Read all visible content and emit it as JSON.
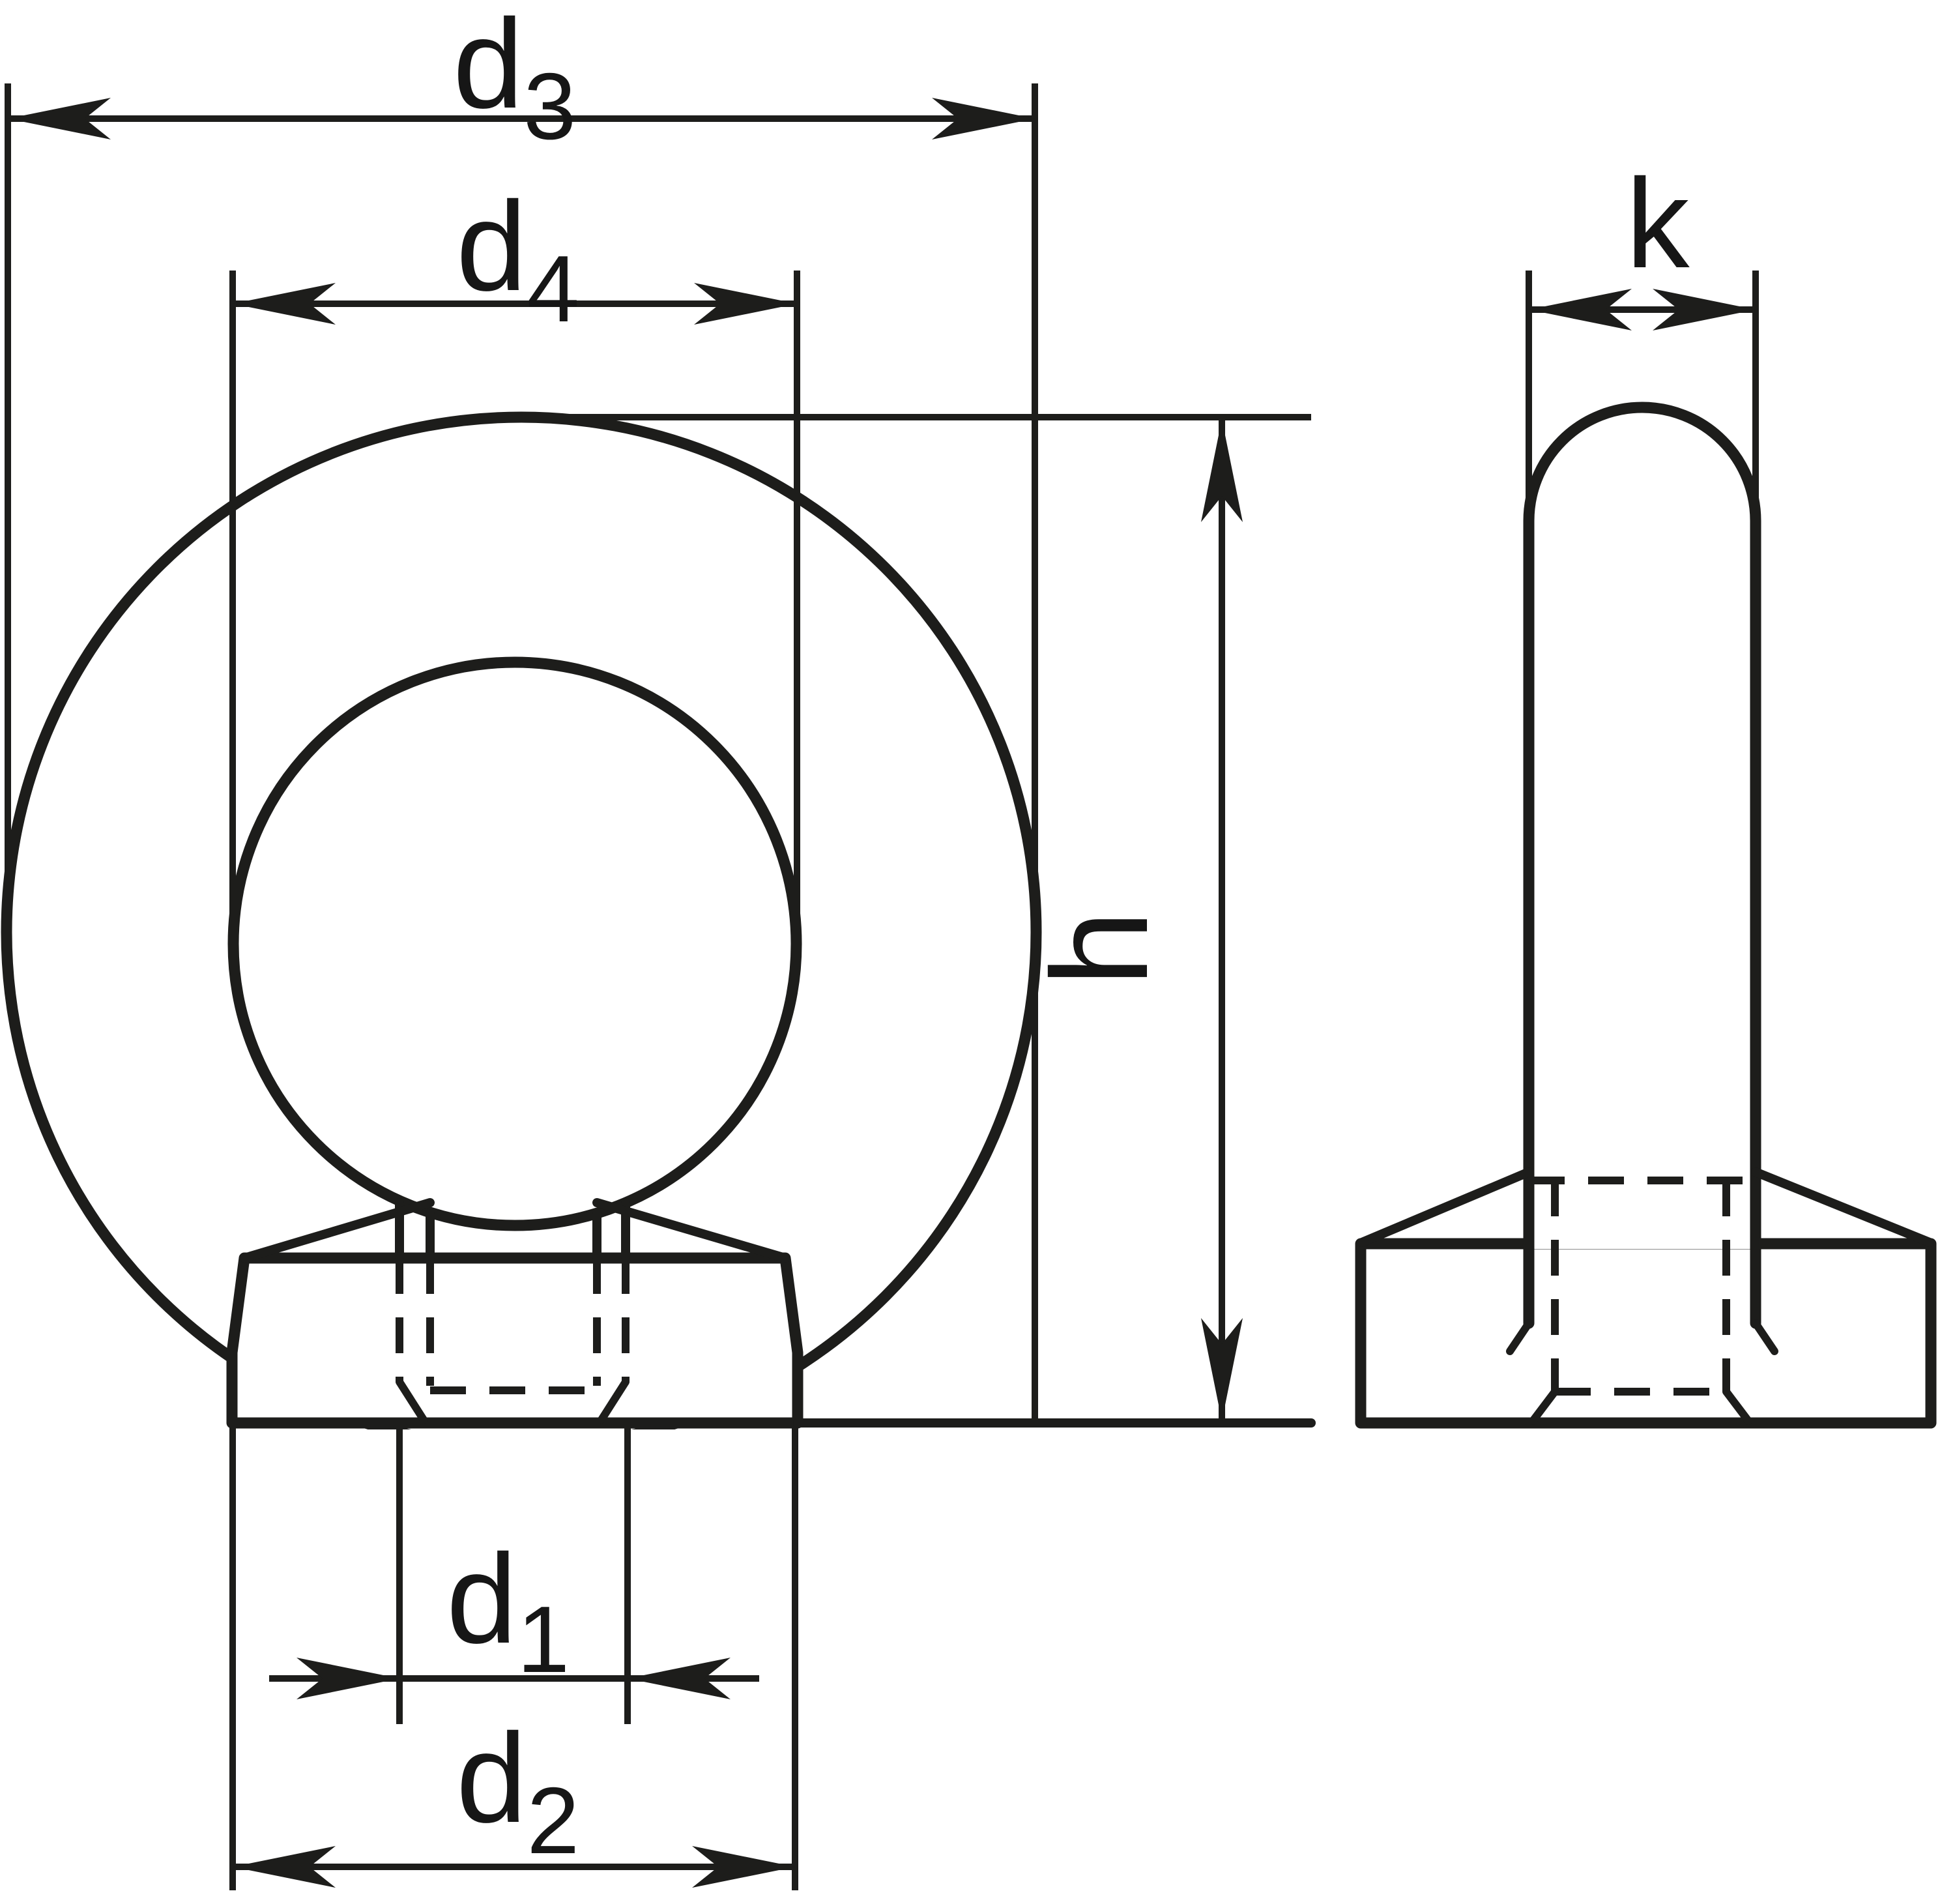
{
  "figure": {
    "type": "technical-drawing",
    "views": [
      "front",
      "side"
    ],
    "colors": {
      "line": "#1d1d1b",
      "background": "#ffffff"
    }
  },
  "dimensions": {
    "d3": {
      "base": "d",
      "sub": "3"
    },
    "d4": {
      "base": "d",
      "sub": "4"
    },
    "d1": {
      "base": "d",
      "sub": "1"
    },
    "d2": {
      "base": "d",
      "sub": "2"
    },
    "h": {
      "base": "h",
      "sub": ""
    },
    "k": {
      "base": "k",
      "sub": ""
    }
  }
}
